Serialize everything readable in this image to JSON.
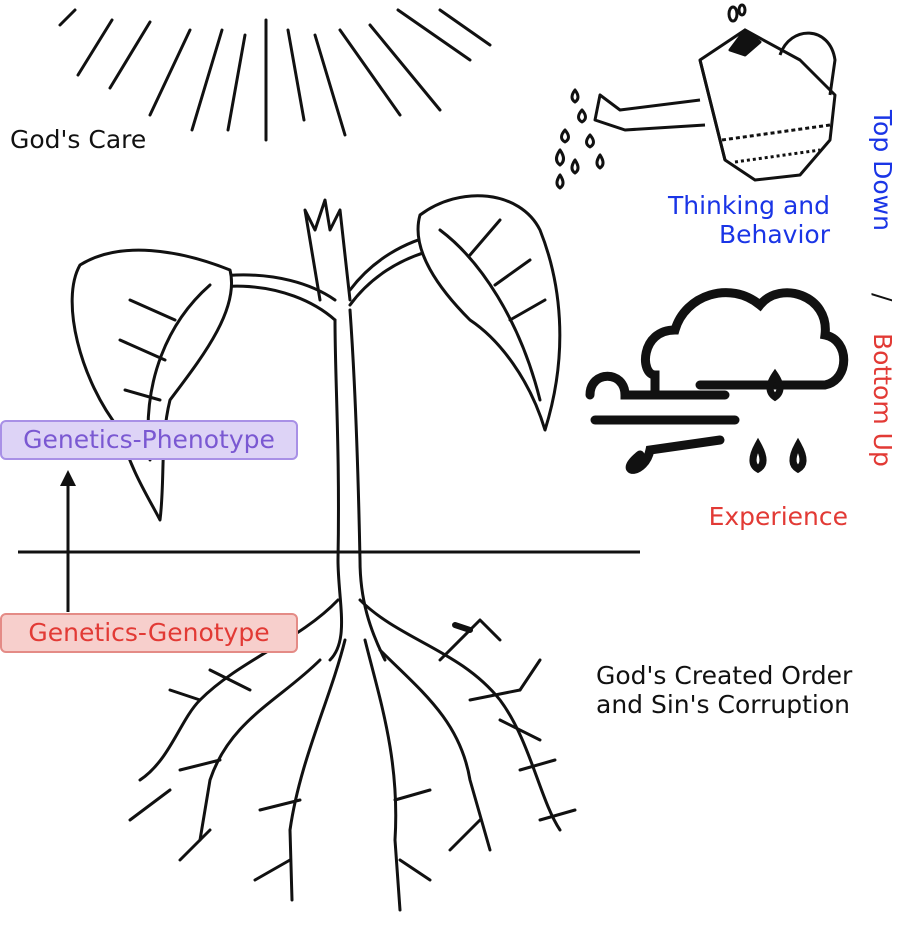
{
  "labels": {
    "gods_care": "God's Care",
    "thinking_behavior_line1": "Thinking and",
    "thinking_behavior_line2": "Behavior",
    "experience": "Experience",
    "created_order_line1": "God's Created Order",
    "created_order_line2": "and Sin's Corruption",
    "phenotype": "Genetics-Phenotype",
    "genotype": "Genetics-Genotype"
  },
  "vertical": {
    "top_down": "Top Down",
    "separator": "/",
    "bottom_up": "Bottom Up"
  },
  "colors": {
    "blue": "#1a35e6",
    "red": "#e23a35",
    "purple": "#7a58d2"
  },
  "icons": [
    "sun-rays-icon",
    "watering-can-icon",
    "wind-cloud-rain-icon",
    "plant-illustration",
    "roots-illustration"
  ]
}
